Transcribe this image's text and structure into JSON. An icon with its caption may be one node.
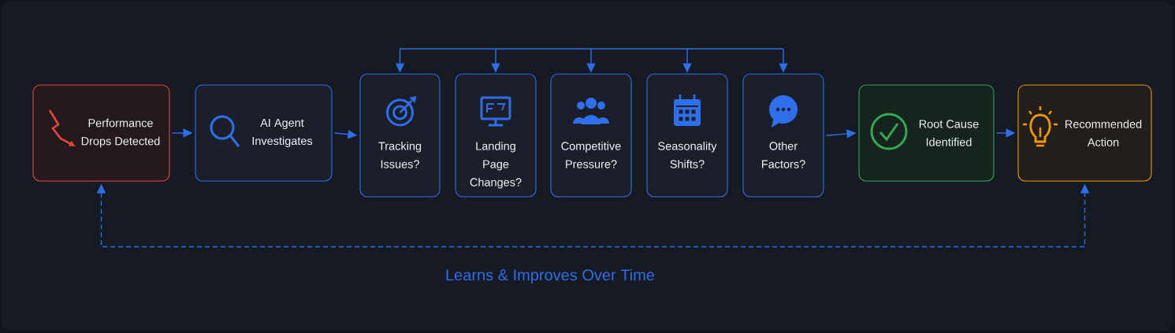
{
  "diagram": {
    "nodes": [
      {
        "text": [
          "Performance Drops Detected"
        ]
      },
      {
        "text": [
          "AI Agent Investigates"
        ]
      },
      {
        "text": [
          "Tracking Issues?"
        ]
      },
      {
        "text": [
          "Landing Page Changes?"
        ]
      },
      {
        "text": [
          "Competitive Pressure?"
        ]
      },
      {
        "text": [
          "Seasonality Shifts?"
        ]
      },
      {
        "text": [
          "Other Factors?"
        ]
      },
      {
        "text": [
          "Root Cause Identified"
        ]
      },
      {
        "text": [
          "Recommended Action"
        ]
      }
    ],
    "edges": [
      {
        "from": 0,
        "to": 1,
        "arrow": "to"
      },
      {
        "from": 1,
        "to": 2,
        "arrow": "to"
      },
      {
        "from": null,
        "to": 2,
        "arrow": "to"
      },
      {
        "from": null,
        "to": 3,
        "arrow": "to"
      },
      {
        "from": null,
        "to": 4,
        "arrow": "to"
      },
      {
        "from": null,
        "to": 5,
        "arrow": "to"
      },
      {
        "from": null,
        "to": 6,
        "arrow": "to"
      },
      {
        "from": 6,
        "to": 7,
        "arrow": "to"
      },
      {
        "from": 7,
        "to": 8,
        "arrow": "to"
      },
      {
        "from": 0,
        "to": 8,
        "arrow": "both",
        "style": "dashed",
        "label": "Learns & Improves Over Time"
      }
    ]
  }
}
